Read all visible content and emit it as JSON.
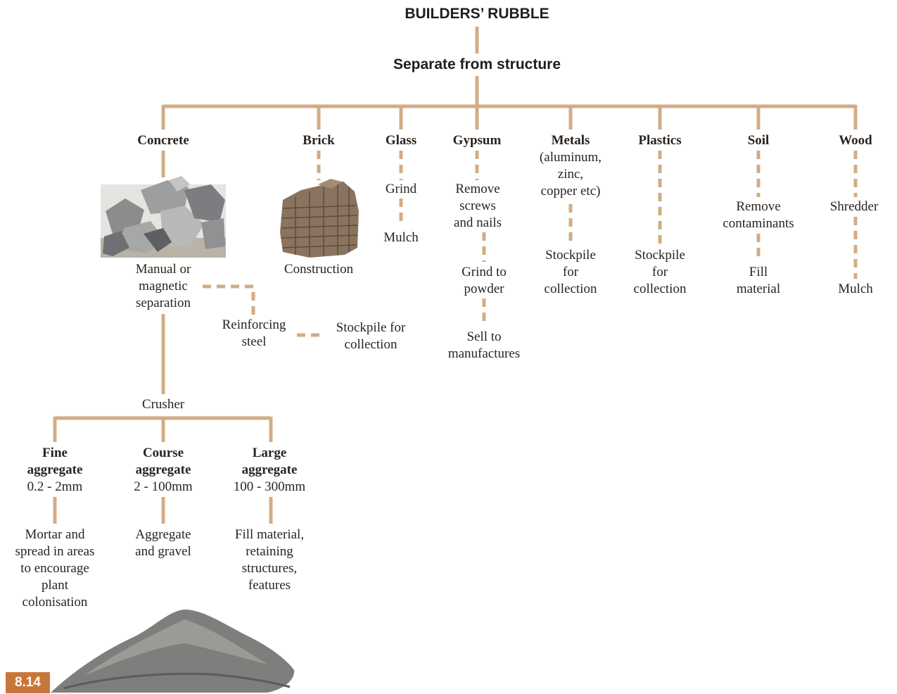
{
  "title": "BUILDERS’ RUBBLE",
  "step": "Separate from structure",
  "figure_number": "8.14",
  "colors": {
    "connector": "#d2ac86",
    "badge": "#c8773a"
  },
  "materials": {
    "concrete": {
      "label": "Concrete",
      "image": "concrete-rubble-photo",
      "step1": "Manual or\nmagnetic\nseparation",
      "branch": "Reinforcing\nsteel",
      "branch_out": "Stockpile for\ncollection",
      "step2": "Crusher"
    },
    "brick": {
      "label": "Brick",
      "image": "brick-stack-photo",
      "step1": "Construction"
    },
    "glass": {
      "label": "Glass",
      "step1": "Grind",
      "step2": "Mulch"
    },
    "gypsum": {
      "label": "Gypsum",
      "step1": "Remove\nscrews\nand nails",
      "step2": "Grind to\npowder",
      "step3": "Sell to\nmanufactures"
    },
    "metals": {
      "label": "Metals",
      "sub": "(aluminum,\nzinc,\ncopper etc)",
      "step1": "Stockpile\nfor\ncollection"
    },
    "plastics": {
      "label": "Plastics",
      "step1": "Stockpile\nfor\ncollection"
    },
    "soil": {
      "label": "Soil",
      "step1": "Remove\ncontaminants",
      "step2": "Fill\nmaterial"
    },
    "wood": {
      "label": "Wood",
      "step1": "Shredder",
      "step2": "Mulch"
    }
  },
  "aggregates": {
    "fine": {
      "label": "Fine\naggregate",
      "size": "0.2 - 2mm",
      "use": "Mortar and\nspread in areas\nto encourage\nplant\ncolonisation"
    },
    "course": {
      "label": "Course\naggregate",
      "size": "2 - 100mm",
      "use": "Aggregate\nand gravel"
    },
    "large": {
      "label": "Large\naggregate",
      "size": "100 - 300mm",
      "use": "Fill material,\nretaining\nstructures,\nfeatures"
    },
    "image": "gravel-pile-photo"
  }
}
